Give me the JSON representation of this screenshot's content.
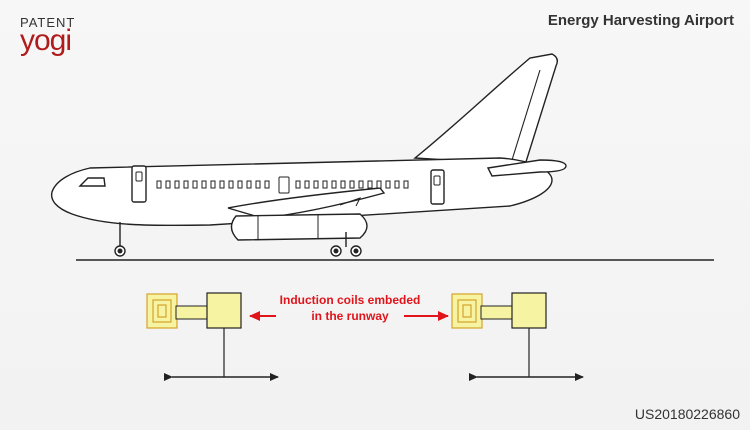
{
  "logo": {
    "top_text": "PATENT",
    "bottom_text": "yogi"
  },
  "title": "Energy Harvesting Airport",
  "patent_number": "US20180226860",
  "callout": {
    "line1": "Induction coils embeded",
    "line2": "in the runway"
  },
  "colors": {
    "accent_red": "#e0141a",
    "coil_fill": "#f6f3a2",
    "coil_stroke": "#d6a32a",
    "logo_red": "#b01c1c",
    "line": "#222222"
  },
  "icons": [
    "airplane-illustration",
    "induction-coil-icon",
    "double-arrow-icon"
  ]
}
